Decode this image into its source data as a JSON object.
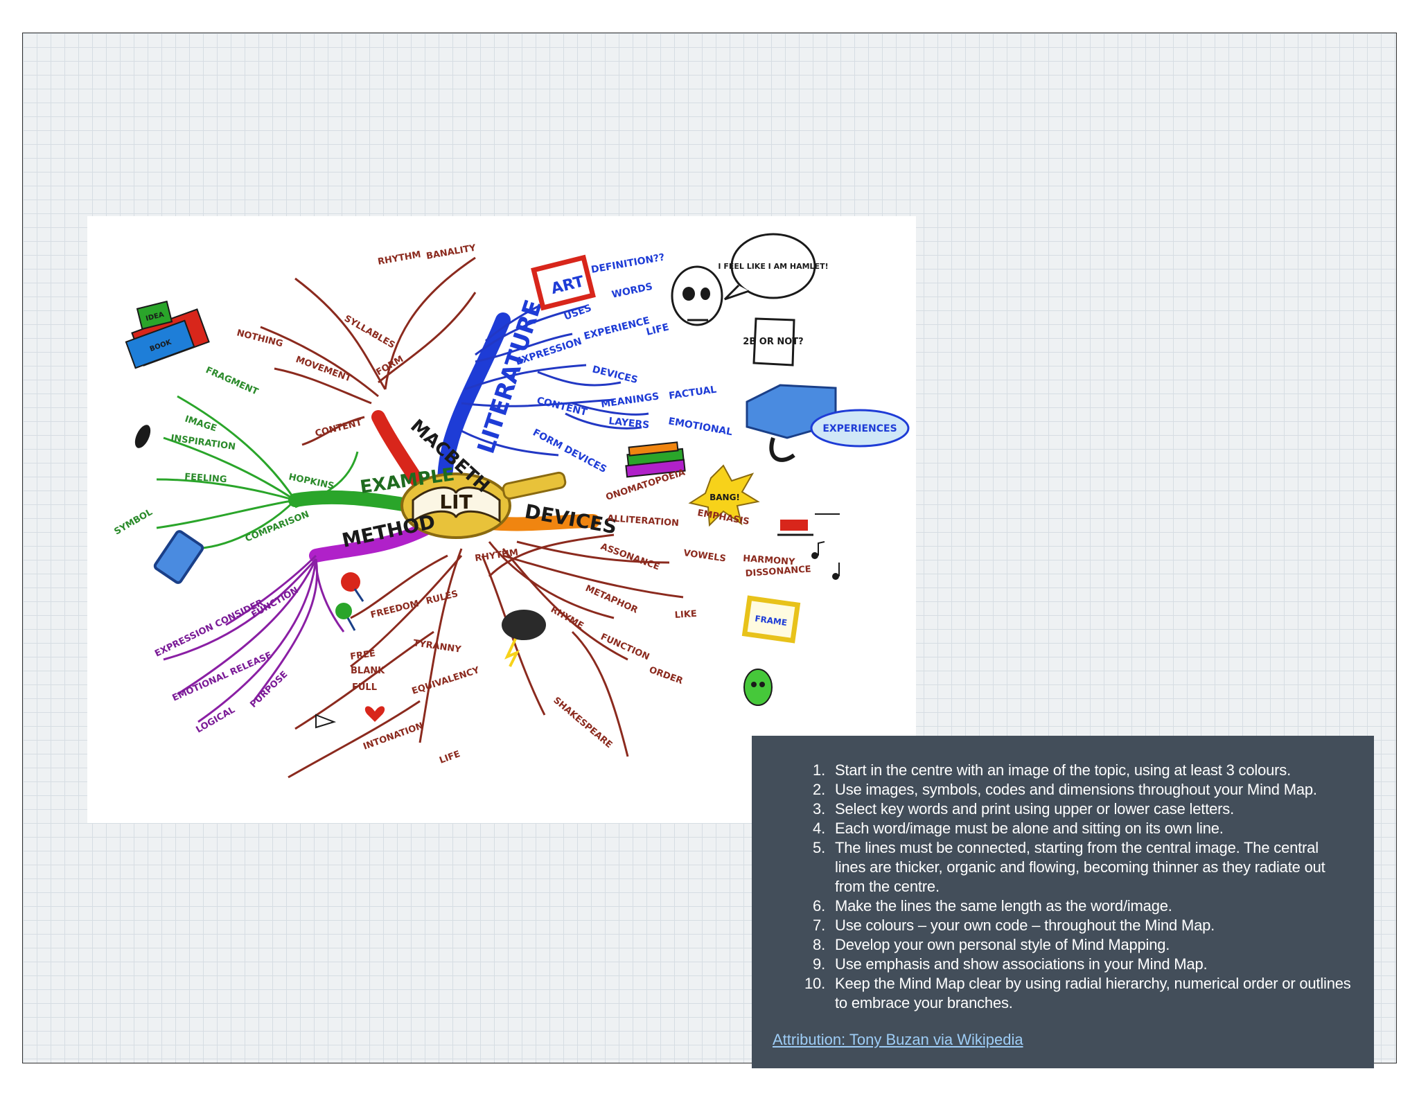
{
  "mindmap": {
    "center_label": "LIT",
    "branches": [
      {
        "key": "literature",
        "label": "LITERATURE",
        "color": "#1e3cd6"
      },
      {
        "key": "macbeth",
        "label": "MACBETH",
        "color": "#d8261b"
      },
      {
        "key": "example",
        "label": "EXAMPLE",
        "color": "#2aa52a"
      },
      {
        "key": "method",
        "label": "METHOD",
        "color": "#b021c9"
      },
      {
        "key": "devices",
        "label": "DEVICES",
        "color": "#f08510"
      }
    ],
    "words": {
      "art": "ART",
      "definition": "DEFINITION??",
      "words": "WORDS",
      "uses": "USES",
      "experience": "EXPERIENCE",
      "expression": "EXPRESSION",
      "life": "LIFE",
      "devices_small": "DEVICES",
      "content": "CONTENT",
      "meanings": "MEANINGS",
      "factual": "FACTUAL",
      "layers": "LAYERS",
      "emotional": "EMOTIONAL",
      "form_devices": "FORM DEVICES",
      "experiences": "EXPERIENCES",
      "skull_bubble": "I FEEL LIKE I AM HAMLET!",
      "scroll": "2B OR NOT?",
      "bang": "BANG!",
      "frame": "FRAME",
      "onomatopoeia": "ONOMATOPOEIA",
      "alliteration": "ALLITERATION",
      "emphasis": "EMPHASIS",
      "assonance": "ASSONANCE",
      "vowels": "VOWELS",
      "harmony": "HARMONY",
      "dissonance": "DISSONANCE",
      "metaphor": "METAPHOR",
      "like": "LIKE",
      "rhyme": "RHYME",
      "rhythm": "RHYTHM",
      "rules": "RULES",
      "freedom": "FREEDOM",
      "tyranny": "TYRANNY",
      "free": "FREE",
      "blank": "BLANK",
      "full": "FULL",
      "equivalency": "EQUIVALENCY",
      "intonation": "INTONATION",
      "life_small": "LIFE",
      "shakespeare": "SHAKESPEARE",
      "function": "FUNCTION",
      "order": "ORDER",
      "rhythm_top": "RHYTHM",
      "banality": "BANALITY",
      "syllables": "SYLLABLES",
      "form": "FORM",
      "content_small": "CONTENT",
      "nothing": "NOTHING",
      "movement": "MOVEMENT",
      "fragment": "FRAGMENT",
      "image": "IMAGE",
      "inspiration": "INSPIRATION",
      "hopkins": "HOPKINS",
      "symbol": "SYMBOL",
      "feeling": "FEELING",
      "comparison": "COMPARISON",
      "expression_cons": "EXPRESSION CONSIDER",
      "emotional_release": "EMOTIONAL RELEASE",
      "logical": "LOGICAL",
      "purpose": "PURPOSE",
      "function_m": "FUNCTION",
      "idea": "IDEA",
      "book": "BOOK"
    }
  },
  "panel": {
    "items": [
      {
        "num": "1.",
        "text": "Start in the centre with an image of the topic, using at least 3 colours."
      },
      {
        "num": "2.",
        "text": "Use images, symbols, codes and dimensions throughout your Mind Map."
      },
      {
        "num": "3.",
        "text": "Select key words and print using upper or lower case letters."
      },
      {
        "num": "4.",
        "text": "Each word/image must be alone and sitting on its own line."
      },
      {
        "num": "5.",
        "text": "The lines must be connected, starting from the central image. The central lines are thicker, organic and flowing, becoming thinner as they radiate out from the centre."
      },
      {
        "num": "6.",
        "text": "Make the lines the same length as the word/image."
      },
      {
        "num": "7.",
        "text": "Use colours – your own code – throughout the Mind Map."
      },
      {
        "num": "8.",
        "text": "Develop your own personal style of Mind Mapping."
      },
      {
        "num": "9.",
        "text": "Use emphasis and show associations in your Mind Map."
      },
      {
        "num": "10.",
        "text": "Keep the Mind Map clear by using radial hierarchy, numerical order or outlines to embrace your branches."
      }
    ],
    "attribution": "Attribution: Tony Buzan via Wikipedia"
  }
}
